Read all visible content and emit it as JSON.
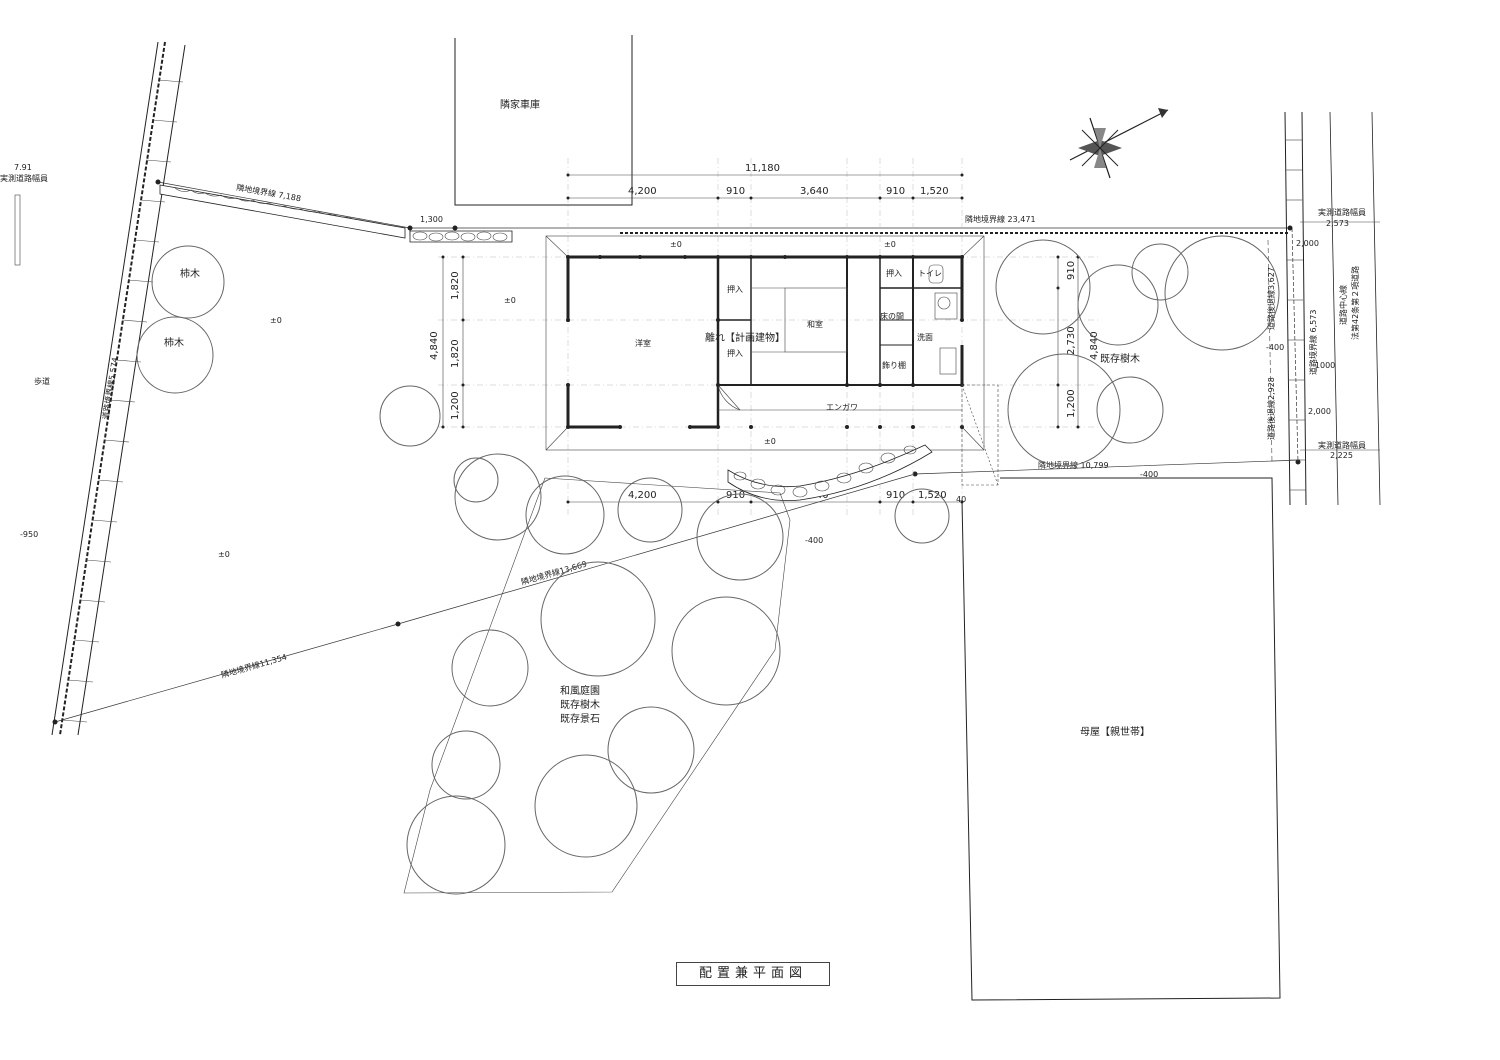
{
  "title": "配置兼平面図",
  "labels": {
    "neighbor_garage": "隣家車庫",
    "main_house": "母屋【親世帯】",
    "planned_building": "離れ【計画建物】",
    "existing_trees": "既存樹木",
    "garden_1": "和風庭園",
    "garden_2": "既存樹木",
    "garden_3": "既存景石",
    "persimmon_1": "柿木",
    "persimmon_2": "柿木",
    "sidewalk": "歩道",
    "road_width_value": "7.91",
    "road_width_label": "実測道路幅員",
    "road_center": "道路中心線",
    "road_law": "法第42条第２項道路",
    "road_boundary": "道路境界線 6,573",
    "road_setback_1": "道路後退線3,627",
    "road_setback_2": "道路後退線2,928",
    "measured_width_1": "実測道路幅員",
    "measured_width_1_val": "2,573",
    "measured_width_2": "実測道路幅員",
    "measured_width_2_val": "2,225",
    "road_line_left": "道路境界線5,574"
  },
  "rooms": {
    "western": "洋室",
    "japanese": "和室",
    "closet_1": "押入",
    "closet_2": "押入",
    "closet_3": "押入",
    "toilet": "トイレ",
    "alcove": "床の間",
    "wash": "洗面",
    "display_shelf": "飾り棚",
    "engawa": "エンガワ"
  },
  "boundaries": {
    "b1": "隣地境界線 7,188",
    "b2": "隣地境界線 23,471",
    "b3": "隣地境界線 10,799",
    "b4": "隣地境界線13,669",
    "b5": "隣地境界線11,354",
    "b6": "1,300"
  },
  "dims_top": {
    "total": "11,180",
    "d1": "4,200",
    "d2": "910",
    "d3": "3,640",
    "d4": "910",
    "d5": "1,520"
  },
  "dims_bottom": {
    "d1": "4,200",
    "d2": "910",
    "d3": "3,640",
    "d4": "910",
    "d5": "1,520"
  },
  "dims_left": {
    "total": "4,840",
    "d1": "1,820",
    "d2": "1,820",
    "d3": "1,200"
  },
  "dims_right": {
    "total": "4,840",
    "d1": "910",
    "d2": "2,730",
    "d3": "1,200"
  },
  "levels": {
    "l1": "±0",
    "l2": "±0",
    "l3": "±0",
    "l4": "±0",
    "l5": "±0",
    "l6": "±0",
    "l7": "-400",
    "l8": "-400",
    "l9": "-400",
    "l10": "-950",
    "l11": "-1000",
    "l12": "2,000",
    "l13": "2,000",
    "l14": "40"
  }
}
